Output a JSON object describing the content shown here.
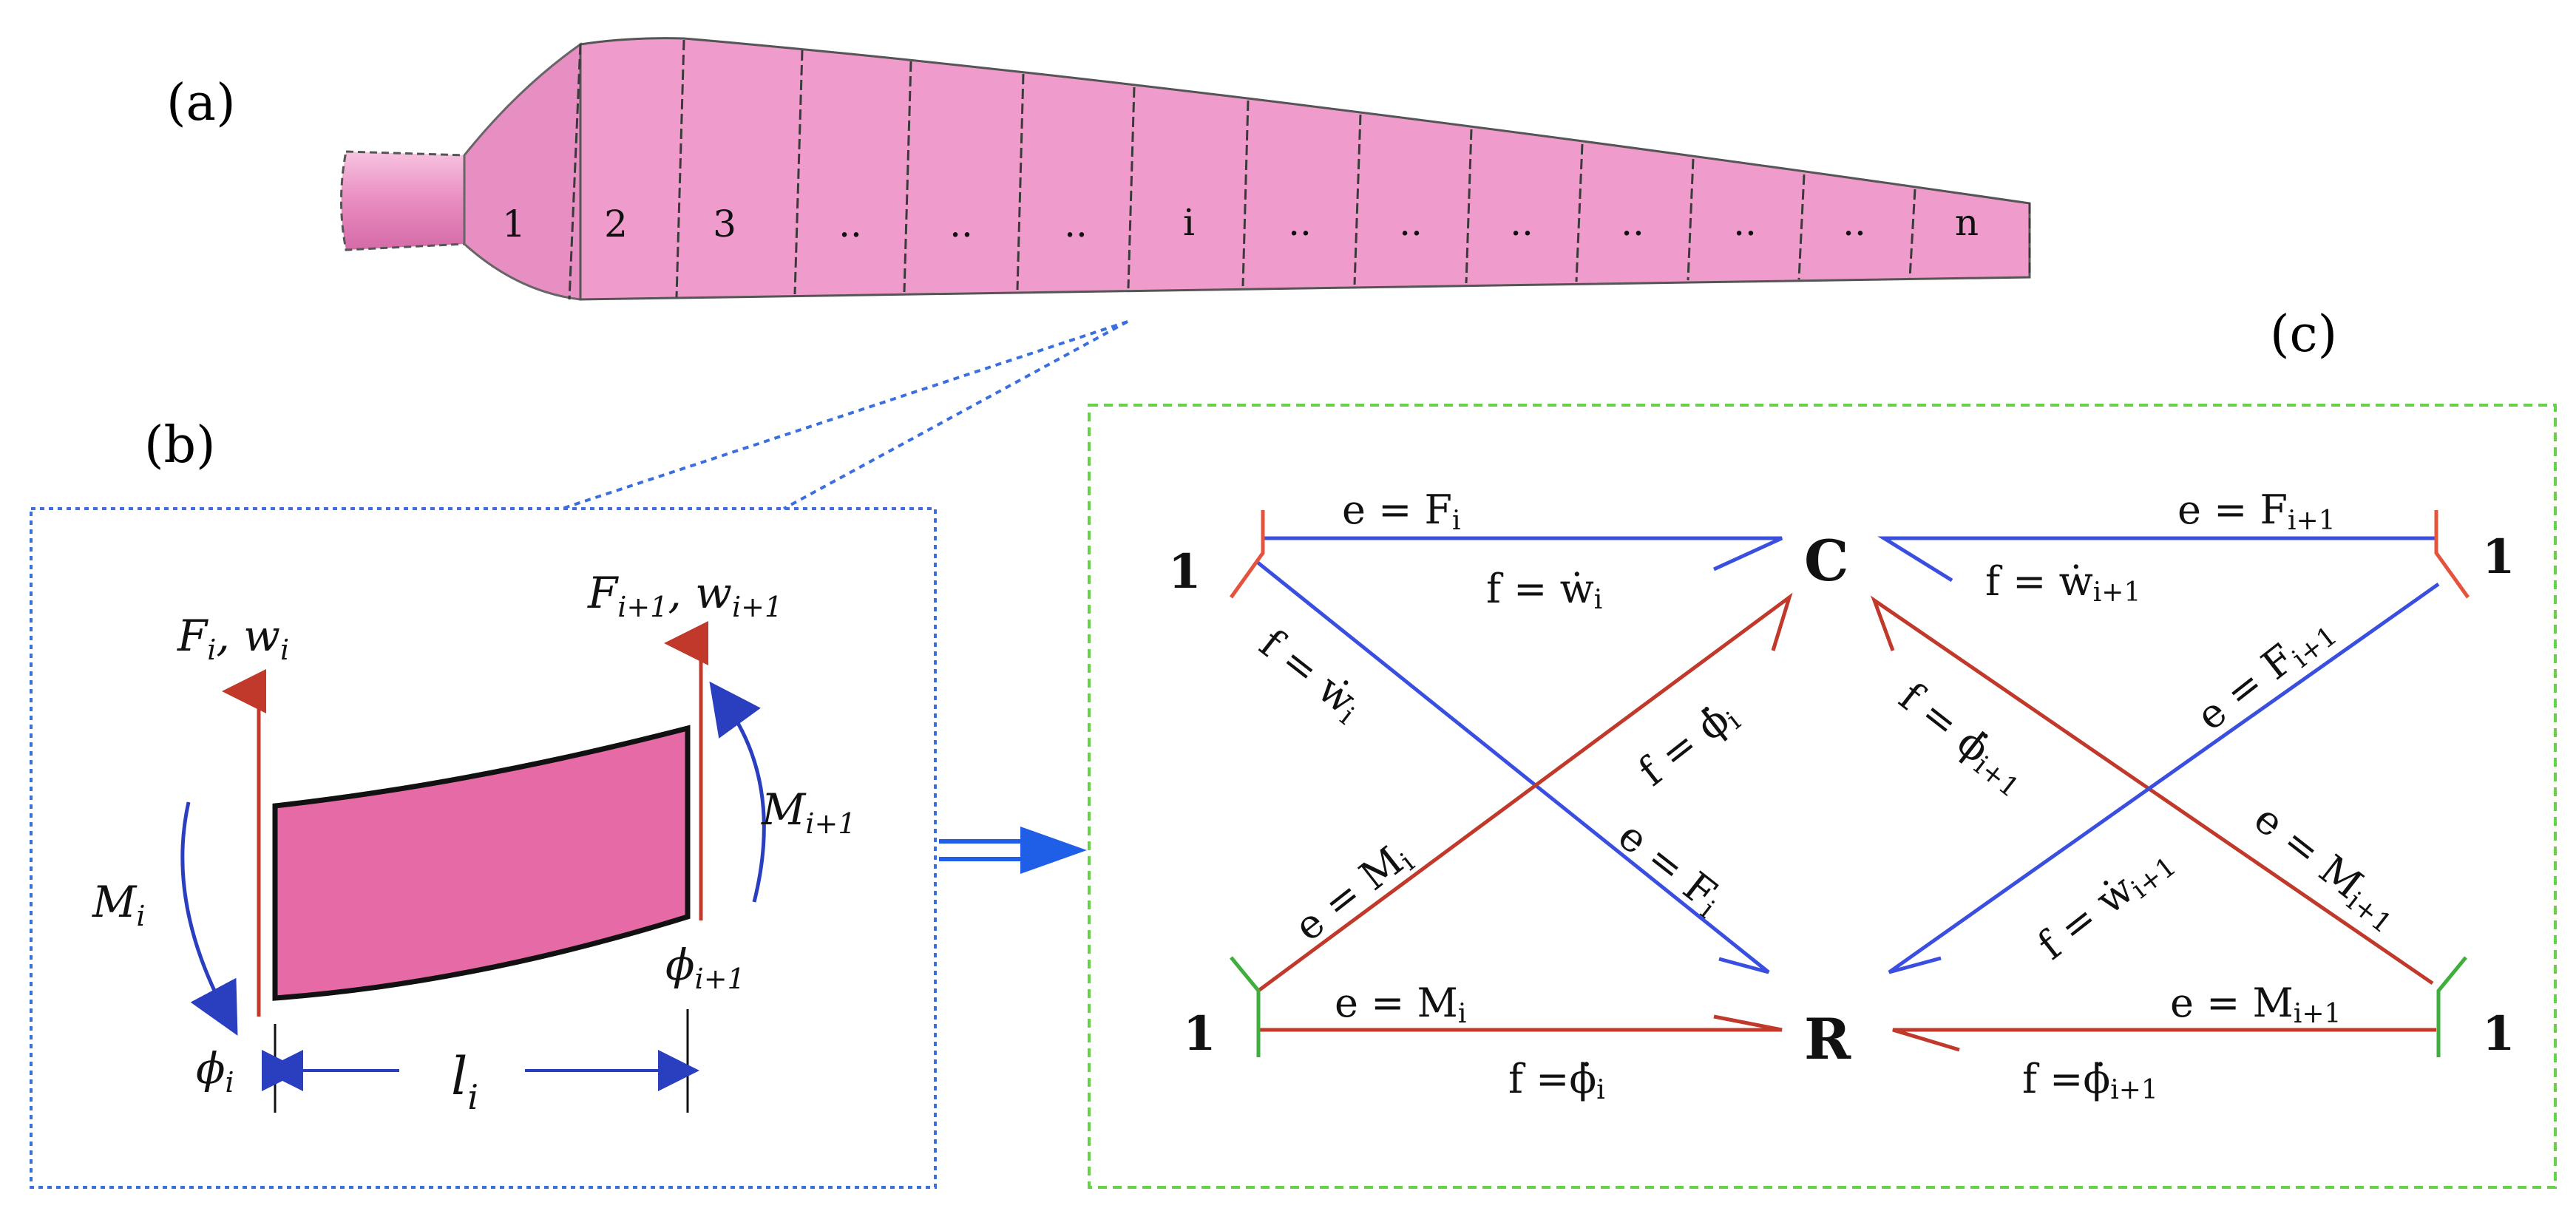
{
  "panel_labels": {
    "a": "(a)",
    "b": "(b)",
    "c": "(c)"
  },
  "blade": {
    "segments": [
      "1",
      "2",
      "3",
      "..",
      "..",
      "..",
      "i",
      "..",
      "..",
      "..",
      "..",
      "..",
      "..",
      "n"
    ],
    "color": "#f0a2cf"
  },
  "element": {
    "force_left": "F",
    "force_left_sub": "i",
    "disp_left": "w",
    "disp_left_sub": "i",
    "force_right": "F",
    "force_right_sub": "i+1",
    "disp_right": "w",
    "disp_right_sub": "i+1",
    "moment_left": "M",
    "moment_left_sub": "i",
    "moment_right": "M",
    "moment_right_sub": "i+1",
    "rot_left": "ϕ",
    "rot_left_sub": "i",
    "rot_right": "ϕ",
    "rot_right_sub": "i+1",
    "length": "l",
    "length_sub": "i",
    "plate_color": "#e66aa6"
  },
  "bond_graph": {
    "nodes": {
      "C": "C",
      "R": "R",
      "one": "1"
    },
    "labels": {
      "top_left_e": "e = F",
      "top_left_e_sub": "i",
      "top_left_f": "f = ẇ",
      "top_left_f_sub": "i",
      "top_right_e": "e = F",
      "top_right_e_sub": "i+1",
      "top_right_f": "f = ẇ",
      "top_right_f_sub": "i+1",
      "bottom_left_e": "e = M",
      "bottom_left_e_sub": "i",
      "bottom_left_f": "f =ϕ̇",
      "bottom_left_f_sub": "i",
      "bottom_right_e": "e = M",
      "bottom_right_e_sub": "i+1",
      "bottom_right_f": "f =ϕ̇",
      "bottom_right_f_sub": "i+1",
      "diag1_f": "f = ẇ",
      "diag1_f_sub": "i",
      "diag1_e": "e = F",
      "diag1_e_sub": "i",
      "diag2_f": "f = ϕ̇",
      "diag2_f_sub": "i",
      "diag2_e": "e = M",
      "diag2_e_sub": "i",
      "diag3_f": "f = ϕ̇",
      "diag3_f_sub": "i+1",
      "diag3_e": "e = M",
      "diag3_e_sub": "i+1",
      "diag4_e": "e = F",
      "diag4_e_sub": "i+1",
      "diag4_f": "f = ẇ",
      "diag4_f_sub": "i+1"
    },
    "colors": {
      "force_bond": "#3a4fe0",
      "moment_bond": "#c0392b",
      "force_stroke": "#e5533d",
      "moment_stroke": "#3fae3f"
    }
  },
  "colors": {
    "box_b": "#3b6fe0",
    "box_c": "#66d24a",
    "arrow": "#1f5fe8"
  }
}
